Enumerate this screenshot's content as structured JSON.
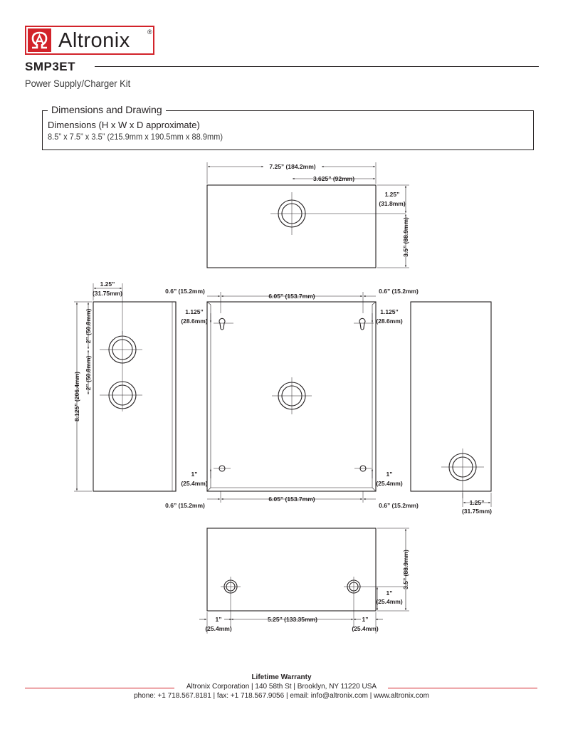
{
  "brand": {
    "name": "Altronix",
    "reg_mark": "®",
    "accent_color": "#d2232a",
    "logo_icon": "altronix-omega-logo-icon"
  },
  "product": {
    "model": "SMP3ET",
    "subtitle": "Power Supply/Charger Kit"
  },
  "dimensions_section": {
    "title": "Dimensions and Drawing",
    "label": "Dimensions (H x W x D approximate)",
    "value": "8.5” x 7.5” x 3.5” (215.9mm x 190.5mm x 88.9mm)"
  },
  "drawing_labels": {
    "top_width": "7.25” (184.2mm)",
    "top_center": "3.625” (92mm)",
    "top_hole_in": "1.25”",
    "top_hole_mm": "(31.8mm)",
    "top_depth": "3.5” (88.9mm)",
    "left_width_in": "1.25”",
    "left_width_mm": "(31.75mm)",
    "left_height": "8.125” (206.4mm)",
    "left_spacing_a": "2” (50.8mm)",
    "left_spacing_b": "2” (50.8mm)",
    "front_margin_tl": "0.6” (15.2mm)",
    "front_margin_tr": "0.6” (15.2mm)",
    "front_margin_bl": "0.6” (15.2mm)",
    "front_margin_br": "0.6” (15.2mm)",
    "front_span_top": "6.05” (153.7mm)",
    "front_span_bottom": "6.05” (153.7mm)",
    "keyhole_l_in": "1.125”",
    "keyhole_l_mm": "(28.6mm)",
    "keyhole_r_in": "1.125”",
    "keyhole_r_mm": "(28.6mm)",
    "mount_l_in": "1”",
    "mount_l_mm": "(25.4mm)",
    "mount_r_in": "1”",
    "mount_r_mm": "(25.4mm)",
    "right_hole_in": "1.25”",
    "right_hole_mm": "(31.75mm)",
    "bottom_depth": "3.5” (88.9mm)",
    "bottom_hole_in": "1”",
    "bottom_hole_mm": "(25.4mm)",
    "bottom_left_in": "1”",
    "bottom_left_mm": "(25.4mm)",
    "bottom_span": "5.25” (133.35mm)",
    "bottom_right_in": "1”",
    "bottom_right_mm": "(25.4mm)"
  },
  "footer": {
    "warranty": "Lifetime Warranty",
    "address": "Altronix Corporation | 140 58th St | Brooklyn, NY 11220 USA",
    "contact": "phone: +1 718.567.8181 | fax: +1 718.567.9056 | email: info@altronix.com | www.altronix.com"
  }
}
